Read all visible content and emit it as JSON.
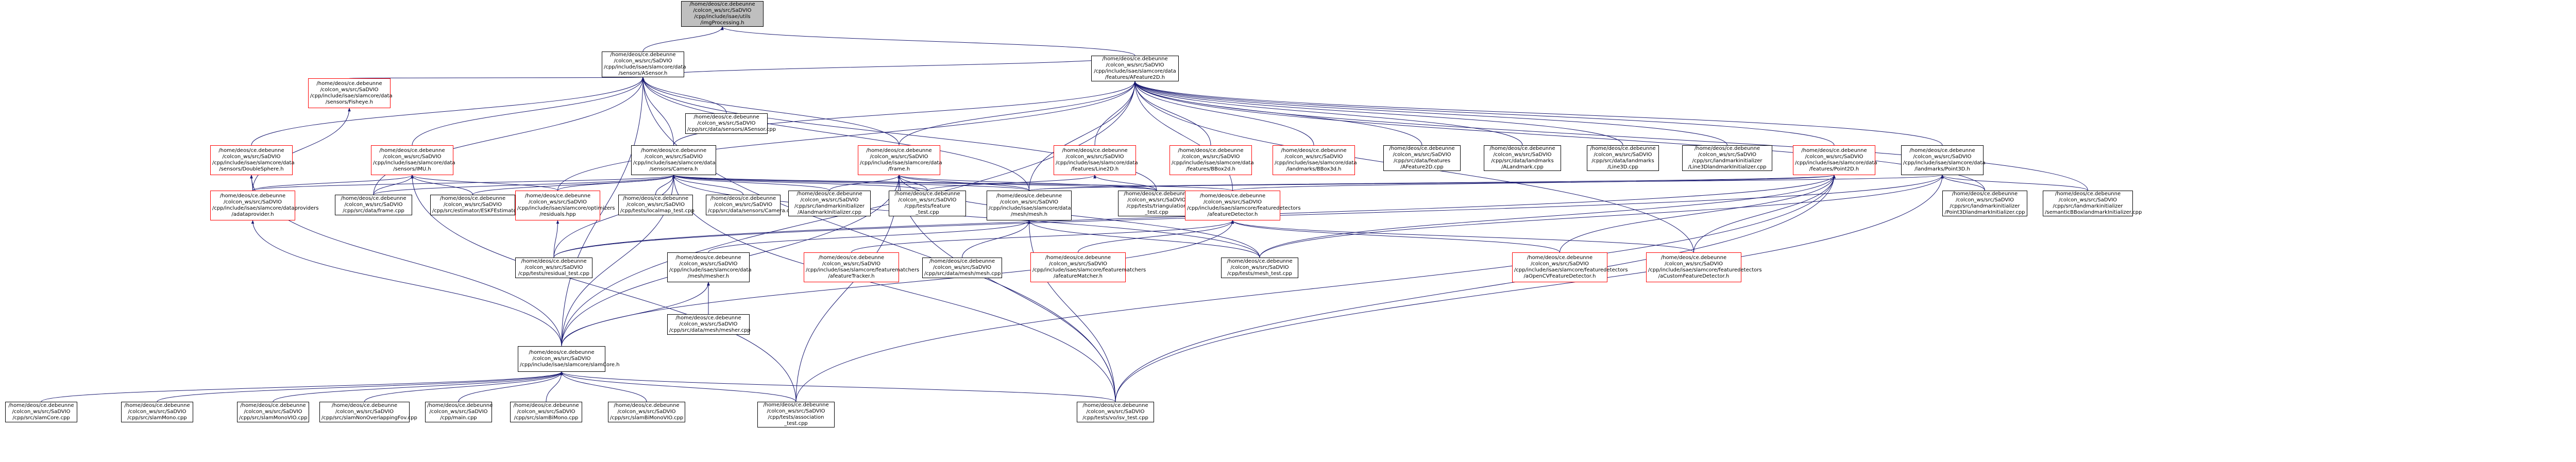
{
  "colors": {
    "edge": "#191970",
    "node_border": "#000000",
    "node_border_incomplete": "#ff0000",
    "root_fill": "#bfbfbf",
    "background": "#ffffff"
  },
  "nodes": [
    {
      "id": "root",
      "kind": "root",
      "lines": [
        "/home/deos/ce.debeunne",
        "/colcon_ws/src/SaDVIO",
        "/cpp/include/isae/utils",
        "/imgProcessing.h"
      ]
    },
    {
      "id": "sensor",
      "kind": "normal",
      "lines": [
        "/home/deos/ce.debeunne",
        "/colcon_ws/src/SaDVIO",
        "/cpp/include/isae/slamcore/data",
        "/sensors/ASensor.h"
      ]
    },
    {
      "id": "afeature",
      "kind": "normal",
      "lines": [
        "/home/deos/ce.debeunne",
        "/colcon_ws/src/SaDVIO",
        "/cpp/include/isae/slamcore/data",
        "/features/AFeature2D.h"
      ]
    },
    {
      "id": "fisheye",
      "kind": "red",
      "lines": [
        "/home/deos/ce.debeunne",
        "/colcon_ws/src/SaDVIO",
        "/cpp/include/isae/slamcore/data",
        "/sensors/Fisheye.h"
      ]
    },
    {
      "id": "asensorcpp",
      "kind": "normal",
      "lines": [
        "/home/deos/ce.debeunne",
        "/colcon_ws/src/SaDVIO",
        "/cpp/src/data/sensors/ASensor.cpp"
      ]
    },
    {
      "id": "doublesphere",
      "kind": "red",
      "lines": [
        "/home/deos/ce.debeunne",
        "/colcon_ws/src/SaDVIO",
        "/cpp/include/isae/slamcore/data",
        "/sensors/DoubleSphere.h"
      ]
    },
    {
      "id": "imu",
      "kind": "red",
      "lines": [
        "/home/deos/ce.debeunne",
        "/colcon_ws/src/SaDVIO",
        "/cpp/include/isae/slamcore/data",
        "/sensors/IMU.h"
      ]
    },
    {
      "id": "camera",
      "kind": "normal",
      "lines": [
        "/home/deos/ce.debeunne",
        "/colcon_ws/src/SaDVIO",
        "/cpp/include/isae/slamcore/data",
        "/sensors/Camera.h"
      ]
    },
    {
      "id": "frame",
      "kind": "red",
      "lines": [
        "/home/deos/ce.debeunne",
        "/colcon_ws/src/SaDVIO",
        "/cpp/include/isae/slamcore/data",
        "/frame.h"
      ]
    },
    {
      "id": "line2d",
      "kind": "red",
      "lines": [
        "/home/deos/ce.debeunne",
        "/colcon_ws/src/SaDVIO",
        "/cpp/include/isae/slamcore/data",
        "/features/Line2D.h"
      ]
    },
    {
      "id": "bbox2dh",
      "kind": "red",
      "lines": [
        "/home/deos/ce.debeunne",
        "/colcon_ws/src/SaDVIO",
        "/cpp/include/isae/slamcore/data",
        "/features/BBox2d.h"
      ]
    },
    {
      "id": "bbox3dh",
      "kind": "red",
      "lines": [
        "/home/deos/ce.debeunne",
        "/colcon_ws/src/SaDVIO",
        "/cpp/include/isae/slamcore/data",
        "/landmarks/BBox3d.h"
      ]
    },
    {
      "id": "afeaturecpp",
      "kind": "normal",
      "lines": [
        "/home/deos/ce.debeunne",
        "/colcon_ws/src/SaDVIO",
        "/cpp/src/data/features",
        "/AFeature2D.cpp"
      ]
    },
    {
      "id": "alandmarkcpp",
      "kind": "normal",
      "lines": [
        "/home/deos/ce.debeunne",
        "/colcon_ws/src/SaDVIO",
        "/cpp/src/data/landmarks",
        "/ALandmark.cpp"
      ]
    },
    {
      "id": "line3dcpp",
      "kind": "normal",
      "lines": [
        "/home/deos/ce.debeunne",
        "/colcon_ws/src/SaDVIO",
        "/cpp/src/data/landmarks",
        "/Line3D.cpp"
      ]
    },
    {
      "id": "line3dinit",
      "kind": "normal",
      "lines": [
        "/home/deos/ce.debeunne",
        "/colcon_ws/src/SaDVIO",
        "/cpp/src/landmarkinitializer",
        "/Line3DlandmarkInitializer.cpp"
      ]
    },
    {
      "id": "point2d",
      "kind": "red",
      "lines": [
        "/home/deos/ce.debeunne",
        "/colcon_ws/src/SaDVIO",
        "/cpp/include/isae/slamcore/data",
        "/features/Point2D.h"
      ]
    },
    {
      "id": "point3d",
      "kind": "normal",
      "lines": [
        "/home/deos/ce.debeunne",
        "/colcon_ws/src/SaDVIO",
        "/cpp/include/isae/slamcore/data",
        "/landmarks/Point3D.h"
      ]
    },
    {
      "id": "dataprovider",
      "kind": "red",
      "lines": [
        "/home/deos/ce.debeunne",
        "/colcon_ws/src/SaDVIO",
        "/cpp/include/isae/slamcore/dataproviders",
        "/adataprovider.h"
      ]
    },
    {
      "id": "framecpp",
      "kind": "normal",
      "lines": [
        "/home/deos/ce.debeunne",
        "/colcon_ws/src/SaDVIO",
        "/cpp/src/data/frame.cpp"
      ]
    },
    {
      "id": "eskf",
      "kind": "normal",
      "lines": [
        "/home/deos/ce.debeunne",
        "/colcon_ws/src/SaDVIO",
        "/cpp/src/estimator/ESKFEstimator.cpp"
      ]
    },
    {
      "id": "residuals",
      "kind": "red",
      "lines": [
        "/home/deos/ce.debeunne",
        "/colcon_ws/src/SaDVIO",
        "/cpp/include/isae/slamcore/optimizers",
        "/residuals.hpp"
      ]
    },
    {
      "id": "localmap_test",
      "kind": "normal",
      "lines": [
        "/home/deos/ce.debeunne",
        "/colcon_ws/src/SaDVIO",
        "/cpp/tests/localmap_test.cpp"
      ]
    },
    {
      "id": "cameracpp",
      "kind": "normal",
      "lines": [
        "/home/deos/ce.debeunne",
        "/colcon_ws/src/SaDVIO",
        "/cpp/src/data/sensors/Camera.cpp"
      ]
    },
    {
      "id": "alandmarkinit",
      "kind": "normal",
      "lines": [
        "/home/deos/ce.debeunne",
        "/colcon_ws/src/SaDVIO",
        "/cpp/src/landmarkinitializer",
        "/AlandmarkInitializer.cpp"
      ]
    },
    {
      "id": "frame_test",
      "kind": "normal",
      "lines": [
        "/home/deos/ce.debeunne",
        "/colcon_ws/src/SaDVIO",
        "/cpp/tests/feature",
        "_test.cpp"
      ]
    },
    {
      "id": "mesh",
      "kind": "normal",
      "lines": [
        "/home/deos/ce.debeunne",
        "/colcon_ws/src/SaDVIO",
        "/cpp/include/isae/slamcore/data",
        "/mesh/mesh.h"
      ]
    },
    {
      "id": "triang_test",
      "kind": "normal",
      "lines": [
        "/home/deos/ce.debeunne",
        "/colcon_ws/src/SaDVIO",
        "/cpp/tests/triangulation",
        "_test.cpp"
      ]
    },
    {
      "id": "afeaturedetector",
      "kind": "red",
      "lines": [
        "/home/deos/ce.debeunne",
        "/colcon_ws/src/SaDVIO",
        "/cpp/include/isae/slamcore/featuredetectors",
        "/afeatureDetector.h"
      ]
    },
    {
      "id": "point3dinit",
      "kind": "normal",
      "lines": [
        "/home/deos/ce.debeunne",
        "/colcon_ws/src/SaDVIO",
        "/cpp/src/landmarkinitializer",
        "/Point3DlandmarkInitializer.cpp"
      ]
    },
    {
      "id": "semanticbbox",
      "kind": "normal",
      "lines": [
        "/home/deos/ce.debeunne",
        "/colcon_ws/src/SaDVIO",
        "/cpp/src/landmarkinitializer",
        "/semanticBBoxlandmarkInitializer.cpp"
      ]
    },
    {
      "id": "residual_test",
      "kind": "normal",
      "lines": [
        "/home/deos/ce.debeunne",
        "/colcon_ws/src/SaDVIO",
        "/cpp/tests/residual_test.cpp"
      ]
    },
    {
      "id": "mesher",
      "kind": "normal",
      "lines": [
        "/home/deos/ce.debeunne",
        "/colcon_ws/src/SaDVIO",
        "/cpp/include/isae/slamcore/data",
        "/mesh/mesher.h"
      ]
    },
    {
      "id": "afeaturetracker",
      "kind": "red",
      "lines": [
        "/home/deos/ce.debeunne",
        "/colcon_ws/src/SaDVIO",
        "/cpp/include/isae/slamcore/featurematchers",
        "/afeatureTracker.h"
      ]
    },
    {
      "id": "meshcpp",
      "kind": "normal",
      "lines": [
        "/home/deos/ce.debeunne",
        "/colcon_ws/src/SaDVIO",
        "/cpp/src/data/mesh/mesh.cpp"
      ]
    },
    {
      "id": "afeaturematcher",
      "kind": "red",
      "lines": [
        "/home/deos/ce.debeunne",
        "/colcon_ws/src/SaDVIO",
        "/cpp/include/isae/slamcore/featurematchers",
        "/afeatureMatcher.h"
      ]
    },
    {
      "id": "mesh_test",
      "kind": "normal",
      "lines": [
        "/home/deos/ce.debeunne",
        "/colcon_ws/src/SaDVIO",
        "/cpp/tests/mesh_test.cpp"
      ]
    },
    {
      "id": "opencvfd",
      "kind": "red",
      "lines": [
        "/home/deos/ce.debeunne",
        "/colcon_ws/src/SaDVIO",
        "/cpp/include/isae/slamcore/featuredetectors",
        "/aOpenCVFeatureDetector.h"
      ]
    },
    {
      "id": "customfd",
      "kind": "red",
      "lines": [
        "/home/deos/ce.debeunne",
        "/colcon_ws/src/SaDVIO",
        "/cpp/include/isae/slamcore/featuredetectors",
        "/aCustomFeatureDetector.h"
      ]
    },
    {
      "id": "meshercpp",
      "kind": "normal",
      "lines": [
        "/home/deos/ce.debeunne",
        "/colcon_ws/src/SaDVIO",
        "/cpp/src/data/mesh/mesher.cpp"
      ]
    },
    {
      "id": "slamcore",
      "kind": "normal",
      "lines": [
        "/home/deos/ce.debeunne",
        "/colcon_ws/src/SaDVIO",
        "/cpp/include/isae/slamcore/slamCore.h"
      ]
    },
    {
      "id": "slamcorecpp",
      "kind": "normal",
      "lines": [
        "/home/deos/ce.debeunne",
        "/colcon_ws/src/SaDVIO",
        "/cpp/src/slamCore.cpp"
      ]
    },
    {
      "id": "slammono",
      "kind": "normal",
      "lines": [
        "/home/deos/ce.debeunne",
        "/colcon_ws/src/SaDVIO",
        "/cpp/src/slamMono.cpp"
      ]
    },
    {
      "id": "slammonovio",
      "kind": "normal",
      "lines": [
        "/home/deos/ce.debeunne",
        "/colcon_ws/src/SaDVIO",
        "/cpp/src/slamMonoVIO.cpp"
      ]
    },
    {
      "id": "slamnonoverlap",
      "kind": "normal",
      "lines": [
        "/home/deos/ce.debeunne",
        "/colcon_ws/src/SaDVIO",
        "/cpp/src/slamNonOverlappingFov.cpp"
      ]
    },
    {
      "id": "maincpp",
      "kind": "normal",
      "lines": [
        "/home/deos/ce.debeunne",
        "/colcon_ws/src/SaDVIO",
        "/cpp/main.cpp"
      ]
    },
    {
      "id": "slambimono",
      "kind": "normal",
      "lines": [
        "/home/deos/ce.debeunne",
        "/colcon_ws/src/SaDVIO",
        "/cpp/src/slamBiMono.cpp"
      ]
    },
    {
      "id": "slambimonovio",
      "kind": "normal",
      "lines": [
        "/home/deos/ce.debeunne",
        "/colcon_ws/src/SaDVIO",
        "/cpp/src/slamBiMonoVIO.cpp"
      ]
    },
    {
      "id": "association_test",
      "kind": "normal",
      "lines": [
        "/home/deos/ce.debeunne",
        "/colcon_ws/src/SaDVIO",
        "/cpp/tests/association",
        "_test.cpp"
      ]
    },
    {
      "id": "vo_test",
      "kind": "normal",
      "lines": [
        "/home/deos/ce.debeunne",
        "/colcon_ws/src/SaDVIO",
        "/cpp/tests/vo/isv_test.cpp"
      ]
    }
  ],
  "edges": [
    [
      "root",
      "sensor"
    ],
    [
      "root",
      "afeature"
    ],
    [
      "sensor",
      "fisheye"
    ],
    [
      "sensor",
      "asensorcpp"
    ],
    [
      "sensor",
      "doublesphere"
    ],
    [
      "sensor",
      "imu"
    ],
    [
      "sensor",
      "camera"
    ],
    [
      "sensor",
      "frame"
    ],
    [
      "sensor",
      "afeature"
    ],
    [
      "sensor",
      "framecpp"
    ],
    [
      "sensor",
      "slamcore"
    ],
    [
      "sensor",
      "mesh"
    ],
    [
      "sensor",
      "vo_test"
    ],
    [
      "sensor",
      "triang_test"
    ],
    [
      "afeature",
      "frame"
    ],
    [
      "afeature",
      "line2d"
    ],
    [
      "afeature",
      "bbox2dh"
    ],
    [
      "afeature",
      "bbox3dh"
    ],
    [
      "afeature",
      "afeaturecpp"
    ],
    [
      "afeature",
      "alandmarkcpp"
    ],
    [
      "afeature",
      "line3dcpp"
    ],
    [
      "afeature",
      "line3dinit"
    ],
    [
      "afeature",
      "point2d"
    ],
    [
      "afeature",
      "point3d"
    ],
    [
      "afeature",
      "camera"
    ],
    [
      "afeature",
      "slamcore"
    ],
    [
      "afeature",
      "mesh"
    ],
    [
      "afeature",
      "afeaturedetector"
    ],
    [
      "afeature",
      "residuals"
    ],
    [
      "afeature",
      "semanticbbox"
    ],
    [
      "afeature",
      "point3dinit"
    ],
    [
      "afeature",
      "customfd"
    ],
    [
      "fisheye",
      "dataprovider"
    ],
    [
      "doublesphere",
      "dataprovider"
    ],
    [
      "doublesphere",
      "slamcore"
    ],
    [
      "imu",
      "dataprovider"
    ],
    [
      "imu",
      "framecpp"
    ],
    [
      "imu",
      "eskf"
    ],
    [
      "imu",
      "residuals"
    ],
    [
      "imu",
      "association_test"
    ],
    [
      "camera",
      "dataprovider"
    ],
    [
      "camera",
      "framecpp"
    ],
    [
      "camera",
      "eskf"
    ],
    [
      "camera",
      "residuals"
    ],
    [
      "camera",
      "localmap_test"
    ],
    [
      "camera",
      "cameracpp"
    ],
    [
      "camera",
      "alandmarkinit"
    ],
    [
      "camera",
      "frame_test"
    ],
    [
      "camera",
      "mesh"
    ],
    [
      "camera",
      "triang_test"
    ],
    [
      "camera",
      "afeaturedetector"
    ],
    [
      "camera",
      "residual_test"
    ],
    [
      "camera",
      "mesh_test"
    ],
    [
      "camera",
      "slamcore"
    ],
    [
      "camera",
      "vo_test"
    ],
    [
      "frame",
      "alandmarkinit"
    ],
    [
      "frame",
      "frame_test"
    ],
    [
      "frame",
      "mesh"
    ],
    [
      "frame",
      "triang_test"
    ],
    [
      "frame",
      "slamcore"
    ],
    [
      "frame",
      "association_test"
    ],
    [
      "frame",
      "mesh_test"
    ],
    [
      "frame",
      "vo_test"
    ],
    [
      "line2d",
      "frame_test"
    ],
    [
      "line2d",
      "triang_test"
    ],
    [
      "point2d",
      "afeaturedetector"
    ],
    [
      "point2d",
      "mesh"
    ],
    [
      "point2d",
      "mesh_test"
    ],
    [
      "point2d",
      "opencvfd"
    ],
    [
      "point2d",
      "customfd"
    ],
    [
      "point2d",
      "vo_test"
    ],
    [
      "point2d",
      "residual_test"
    ],
    [
      "point2d",
      "association_test"
    ],
    [
      "point3d",
      "mesh"
    ],
    [
      "point3d",
      "point3dinit"
    ],
    [
      "point3d",
      "semanticbbox"
    ],
    [
      "point3d",
      "mesh_test"
    ],
    [
      "point3d",
      "vo_test"
    ],
    [
      "point3d",
      "residual_test"
    ],
    [
      "dataprovider",
      "slamcore"
    ],
    [
      "residuals",
      "residual_test"
    ],
    [
      "mesh",
      "mesher"
    ],
    [
      "mesh",
      "meshcpp"
    ],
    [
      "mesh",
      "mesh_test"
    ],
    [
      "mesh",
      "vo_test"
    ],
    [
      "mesher",
      "meshercpp"
    ],
    [
      "mesher",
      "slamcore"
    ],
    [
      "afeaturedetector",
      "afeaturetracker"
    ],
    [
      "afeaturedetector",
      "afeaturematcher"
    ],
    [
      "afeaturedetector",
      "opencvfd"
    ],
    [
      "afeaturedetector",
      "customfd"
    ],
    [
      "afeaturedetector",
      "slamcore"
    ],
    [
      "slamcore",
      "slamcorecpp"
    ],
    [
      "slamcore",
      "slammono"
    ],
    [
      "slamcore",
      "slammonovio"
    ],
    [
      "slamcore",
      "slamnonoverlap"
    ],
    [
      "slamcore",
      "maincpp"
    ],
    [
      "slamcore",
      "slambimono"
    ],
    [
      "slamcore",
      "slambimonovio"
    ],
    [
      "slamcore",
      "association_test"
    ],
    [
      "slamcore",
      "vo_test"
    ]
  ]
}
